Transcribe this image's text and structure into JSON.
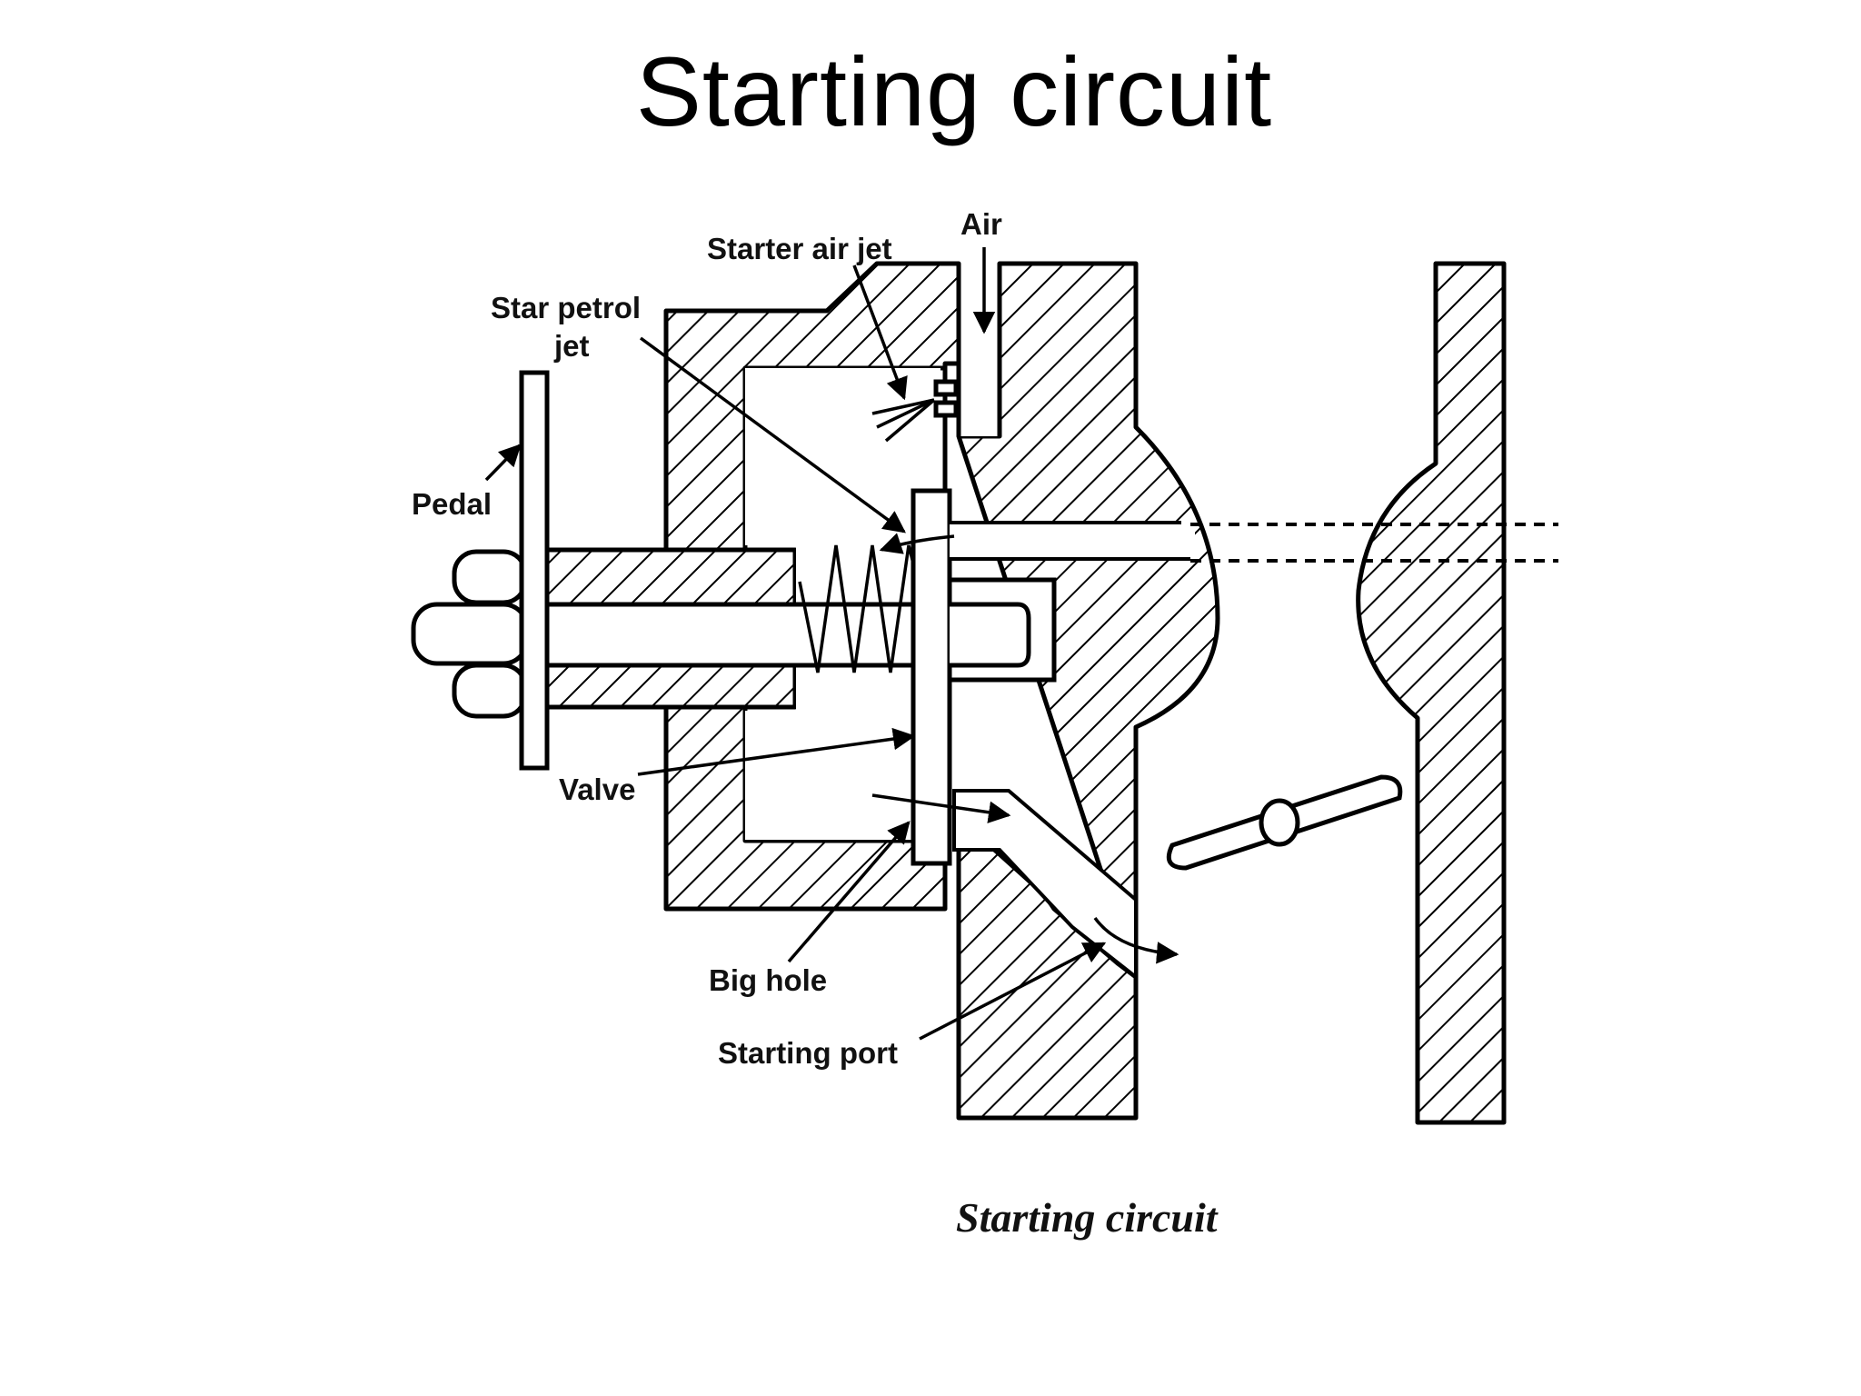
{
  "slide": {
    "title": "Starting circuit"
  },
  "diagram": {
    "labels": {
      "starter_air_jet": "Starter air jet",
      "air": "Air",
      "star_petrol_line1": "Star petrol",
      "star_petrol_line2": "jet",
      "pedal": "Pedal",
      "valve": "Valve",
      "big_hole": "Big hole",
      "starting_port": "Starting port"
    },
    "caption": "Starting circuit"
  }
}
